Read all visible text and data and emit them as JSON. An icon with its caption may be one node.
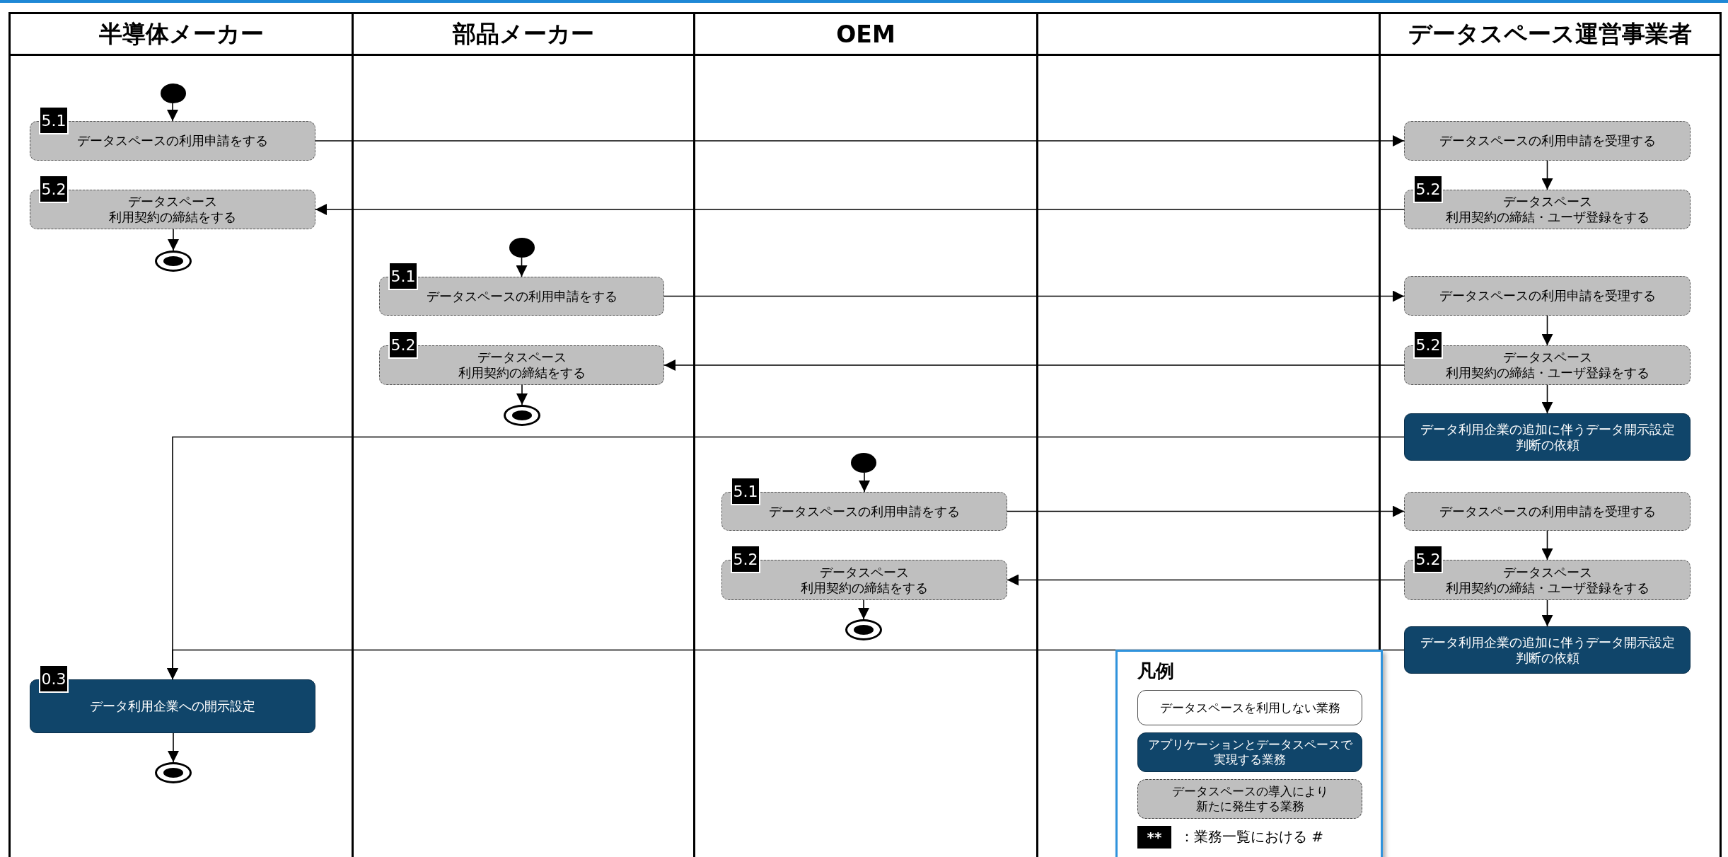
{
  "diagram": {
    "nodes": [
      {
        "text": [
          "半導体メーカー"
        ]
      },
      {
        "text": [
          "部品メーカー"
        ]
      },
      {
        "text": [
          "OEM"
        ]
      },
      {
        "text": [
          "データスペース運営事業者"
        ]
      },
      {
        "text": [],
        "shape": "circle",
        "in": 0
      },
      {
        "text": [
          "5.1",
          "データスペースの利用申請をする"
        ],
        "in": 0
      },
      {
        "text": [
          "5.2",
          "データスペース利用契約の締結をする"
        ],
        "in": 0
      },
      {
        "text": [],
        "shape": "circle",
        "in": 0
      },
      {
        "text": [
          "0.3",
          "データ利用企業への開示設定"
        ],
        "in": 0
      },
      {
        "text": [],
        "shape": "circle",
        "in": 0
      },
      {
        "text": [],
        "shape": "circle",
        "in": 1
      },
      {
        "text": [
          "5.1",
          "データスペースの利用申請をする"
        ],
        "in": 1
      },
      {
        "text": [
          "5.2",
          "データスペース利用契約の締結をする"
        ],
        "in": 1
      },
      {
        "text": [],
        "shape": "circle",
        "in": 1
      },
      {
        "text": [],
        "shape": "circle",
        "in": 2
      },
      {
        "text": [
          "5.1",
          "データスペースの利用申請をする"
        ],
        "in": 2
      },
      {
        "text": [
          "5.2",
          "データスペース利用契約の締結をする"
        ],
        "in": 2
      },
      {
        "text": [],
        "shape": "circle",
        "in": 2
      },
      {
        "text": [
          "データスペースの利用申請を受理する"
        ],
        "in": 3
      },
      {
        "text": [
          "5.2",
          "データスペース利用契約の締結・ユーザ登録をする"
        ],
        "in": 3
      },
      {
        "text": [
          "データスペースの利用申請を受理する"
        ],
        "in": 3
      },
      {
        "text": [
          "5.2",
          "データスペース利用契約の締結・ユーザ登録をする"
        ],
        "in": 3
      },
      {
        "text": [
          "データ利用企業の追加に伴うデータ開示設定判断の依頼"
        ],
        "in": 3
      },
      {
        "text": [
          "データスペースの利用申請を受理する"
        ],
        "in": 3
      },
      {
        "text": [
          "5.2",
          "データスペース利用契約の締結・ユーザ登録をする"
        ],
        "in": 3
      },
      {
        "text": [
          "データ利用企業の追加に伴うデータ開示設定判断の依頼"
        ],
        "in": 3
      }
    ],
    "edges": [
      {
        "from": 4,
        "to": 5,
        "arrow": "to"
      },
      {
        "from": 5,
        "to": 18,
        "arrow": "to"
      },
      {
        "from": 18,
        "to": 19,
        "arrow": "to"
      },
      {
        "from": 19,
        "to": 6,
        "arrow": "to"
      },
      {
        "from": 6,
        "to": 7,
        "arrow": "to"
      },
      {
        "from": 10,
        "to": 11,
        "arrow": "to"
      },
      {
        "from": 11,
        "to": 20,
        "arrow": "to"
      },
      {
        "from": 20,
        "to": 21,
        "arrow": "to"
      },
      {
        "from": 21,
        "to": 12,
        "arrow": "to"
      },
      {
        "from": 12,
        "to": 13,
        "arrow": "to"
      },
      {
        "from": 21,
        "to": 22,
        "arrow": "to"
      },
      {
        "from": 22,
        "to": 8,
        "arrow": "to"
      },
      {
        "from": 14,
        "to": 15,
        "arrow": "to"
      },
      {
        "from": 15,
        "to": 23,
        "arrow": "to"
      },
      {
        "from": 23,
        "to": 24,
        "arrow": "to"
      },
      {
        "from": 24,
        "to": 16,
        "arrow": "to"
      },
      {
        "from": 16,
        "to": 17,
        "arrow": "to"
      },
      {
        "from": 24,
        "to": 25,
        "arrow": "to"
      },
      {
        "from": 25,
        "to": 8,
        "arrow": "to"
      },
      {
        "from": 8,
        "to": 9,
        "arrow": "to"
      }
    ],
    "labels": [
      "凡例",
      "**"
    ],
    "legend": [
      {
        "text": "データスペースを利用しない業務",
        "color": "#ffffff"
      },
      {
        "text": "アプリケーションとデータスペースで実現する業務",
        "color": "#10456a"
      },
      {
        "text": "データスペースの導入により新たに発生する業務",
        "color": "#bfbfbf"
      },
      {
        "text": "：業務一覧における #",
        "color": "#000000"
      }
    ]
  }
}
